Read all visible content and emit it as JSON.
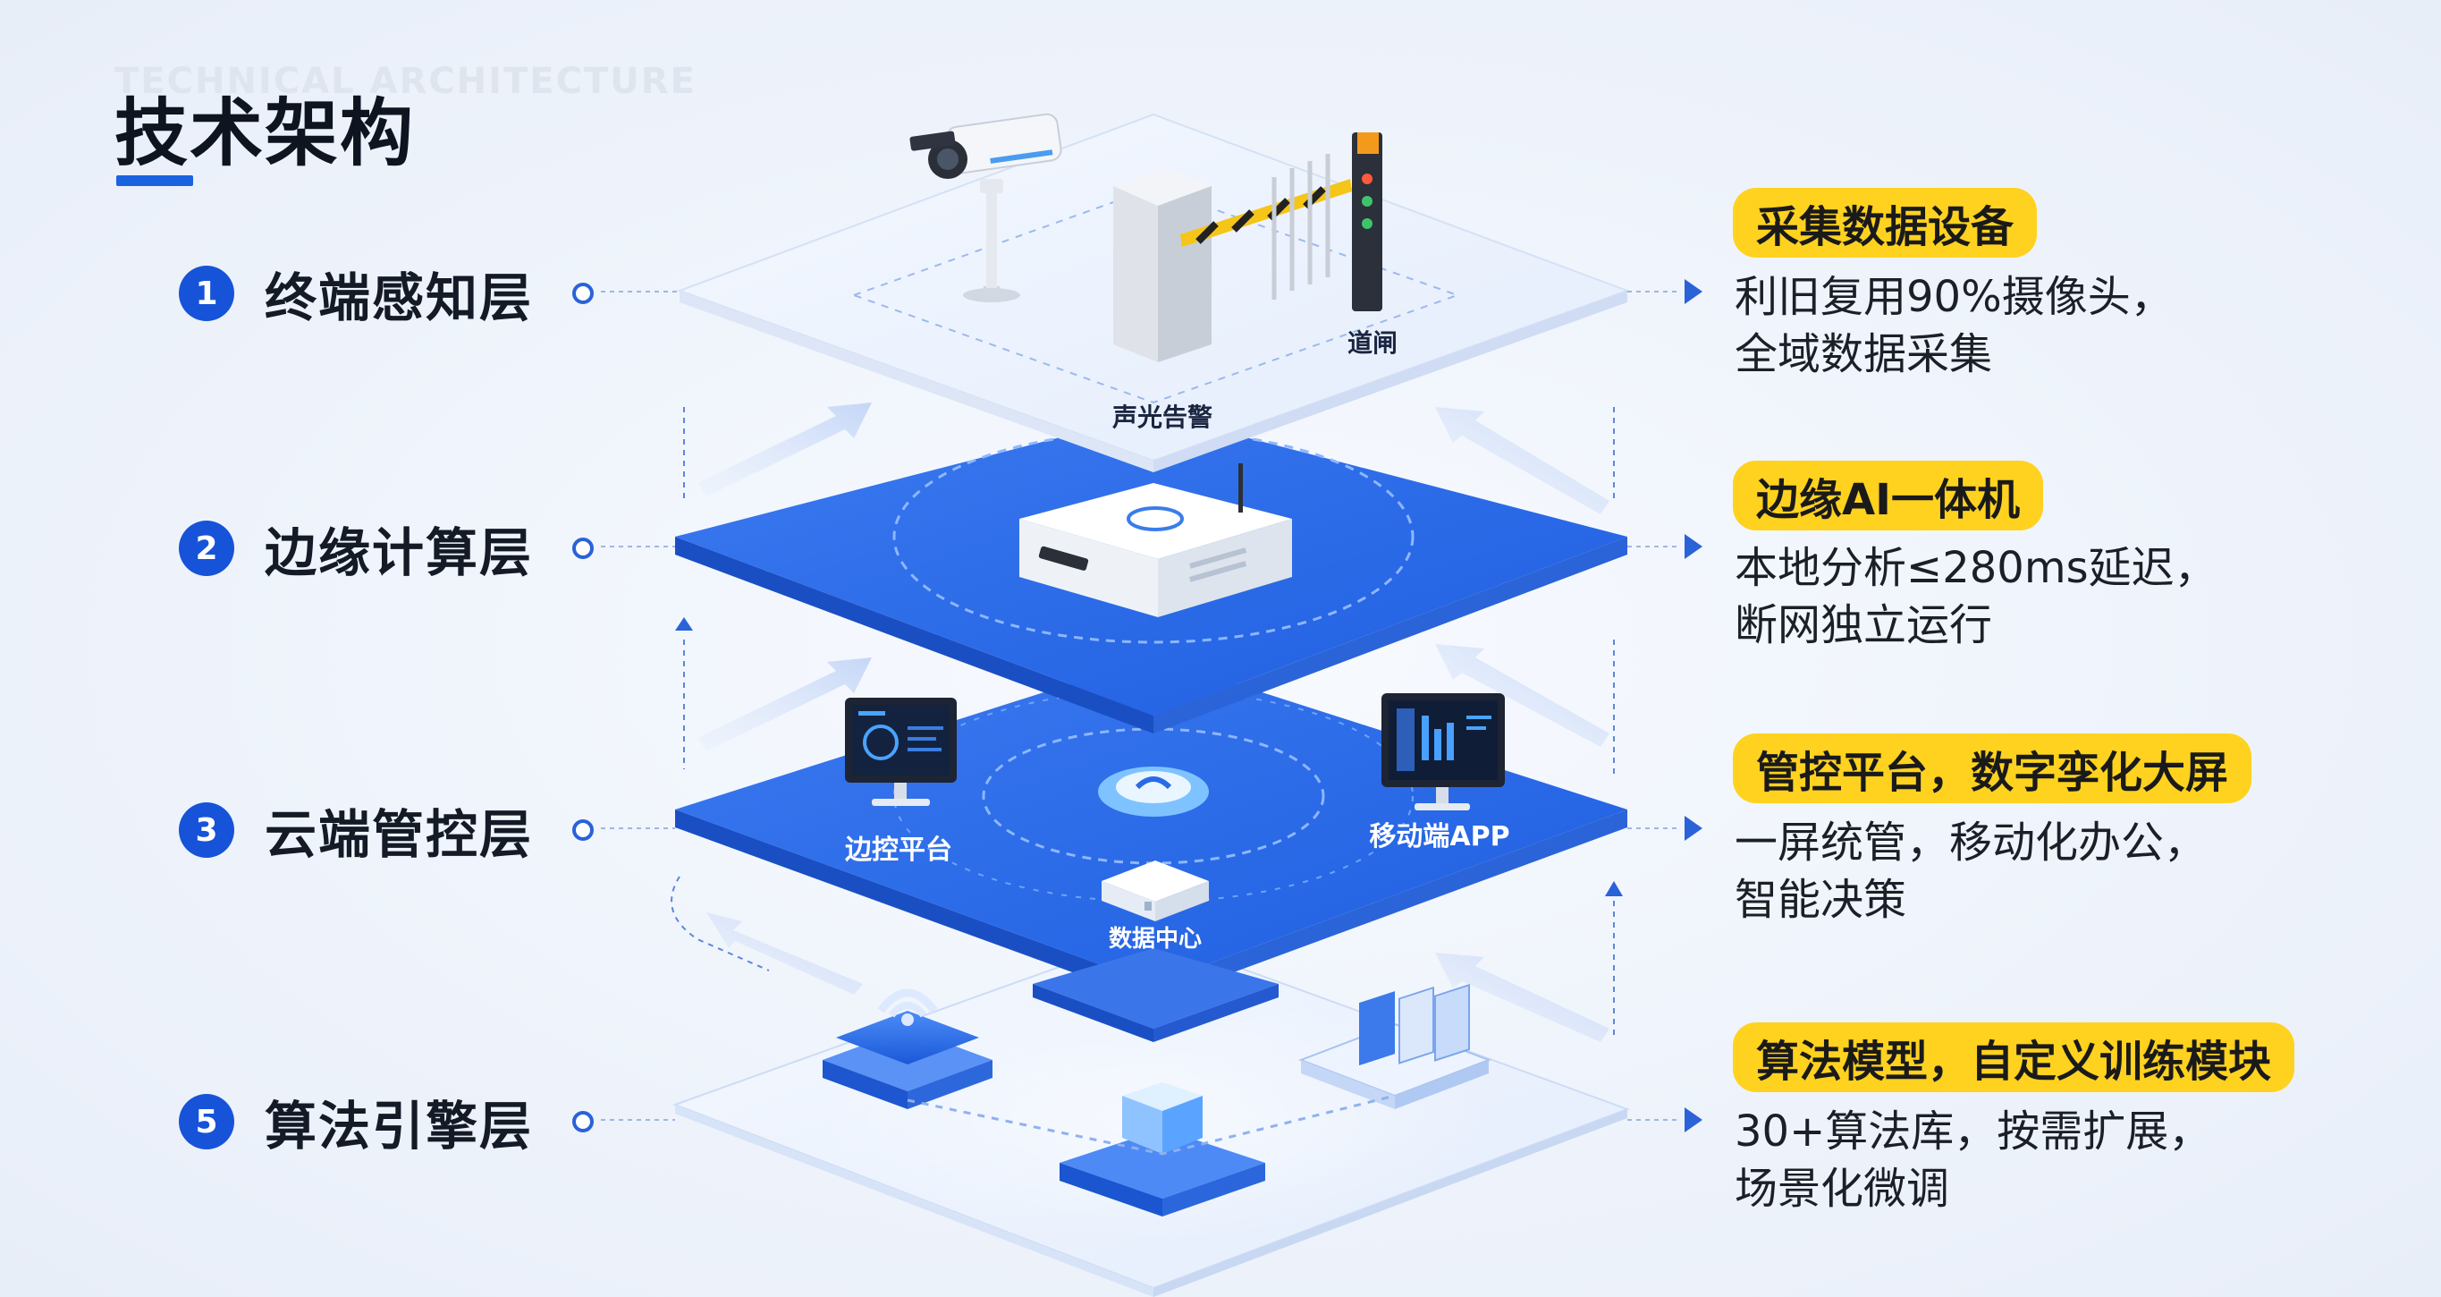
{
  "header": {
    "watermark": "TECHNICAL ARCHITECTURE",
    "title": "技术架构"
  },
  "layers": [
    {
      "number": "1",
      "name": "终端感知层",
      "tag": "采集数据设备",
      "desc_line1": "利旧复用90%摄像头，",
      "desc_line2": "全域数据采集"
    },
    {
      "number": "2",
      "name": "边缘计算层",
      "tag": "边缘AI一体机",
      "desc_line1": "本地分析≤280ms延迟，",
      "desc_line2": "断网独立运行"
    },
    {
      "number": "3",
      "name": "云端管控层",
      "tag": "管控平台，数字孪化大屏",
      "desc_line1": "一屏统管，移动化办公，",
      "desc_line2": "智能决策"
    },
    {
      "number": "5",
      "name": "算法引擎层",
      "tag": "算法模型，自定义训练模块",
      "desc_line1": "30+算法库，按需扩展，",
      "desc_line2": "场景化微调"
    }
  ],
  "device_labels": {
    "alarm": "声光告警",
    "barrier": "道闸",
    "control_platform": "边控平台",
    "mobile_app": "移动端APP",
    "data_center": "数据中心"
  },
  "colors": {
    "accent": "#1a63e0",
    "tag_yellow": "#ffd21f",
    "layer_blue": "#2a6ae8"
  }
}
